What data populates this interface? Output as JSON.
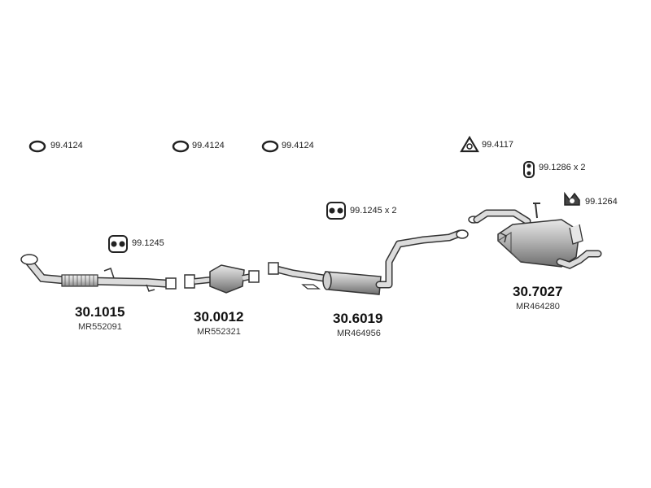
{
  "hardware": [
    {
      "id": "h1",
      "icon": "ring-gasket-icon",
      "label": "99.4124"
    },
    {
      "id": "h2",
      "icon": "ring-gasket-icon",
      "label": "99.4124"
    },
    {
      "id": "h3",
      "icon": "ring-gasket-icon",
      "label": "99.4124"
    },
    {
      "id": "h4",
      "icon": "triangle-gasket-icon",
      "label": "99.4117"
    },
    {
      "id": "h5",
      "icon": "rubber-hanger-icon",
      "label": "99.1286 x 2"
    },
    {
      "id": "h6",
      "icon": "rubber-mount-icon",
      "label": "99.1264"
    },
    {
      "id": "h7",
      "icon": "rubber-ring-icon",
      "label": "99.1245 x 2"
    },
    {
      "id": "h8",
      "icon": "rubber-ring-icon",
      "label": "99.1245"
    }
  ],
  "parts": [
    {
      "id": "p1",
      "icon": "front-pipe-icon",
      "number": "30.1015",
      "oem": "MR552091"
    },
    {
      "id": "p2",
      "icon": "catalytic-converter-icon",
      "number": "30.0012",
      "oem": "MR552321"
    },
    {
      "id": "p3",
      "icon": "middle-silencer-icon",
      "number": "30.6019",
      "oem": "MR464956"
    },
    {
      "id": "p4",
      "icon": "rear-silencer-icon",
      "number": "30.7027",
      "oem": "MR464280"
    }
  ],
  "colors": {
    "line": "#333333",
    "shade_light": "#dcdcdc",
    "shade_dark": "#9a9a9a",
    "text": "#111111"
  }
}
